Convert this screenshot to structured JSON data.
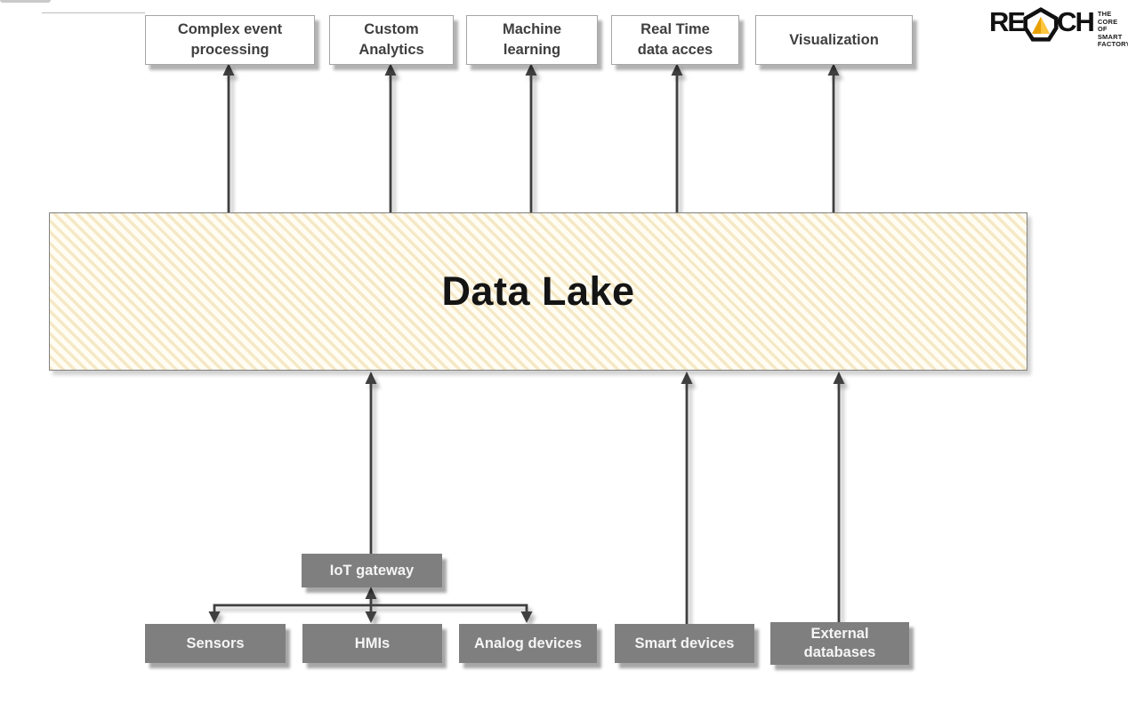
{
  "logo": {
    "brand_left": "RE",
    "brand_right": "CH",
    "brand_full": "REACH",
    "tagline": [
      "THE CORE",
      "OF SMART",
      "FACTORY"
    ],
    "accent_color": "#F2A900"
  },
  "top_boxes": [
    {
      "label": "Complex event\nprocessing"
    },
    {
      "label": "Custom\nAnalytics"
    },
    {
      "label": "Machine\nlearning"
    },
    {
      "label": "Real Time\ndata acces"
    },
    {
      "label": "Visualization"
    }
  ],
  "data_lake": {
    "label": "Data Lake"
  },
  "gateway": {
    "label": "IoT gateway"
  },
  "source_boxes": [
    {
      "label": "Sensors"
    },
    {
      "label": "HMIs"
    },
    {
      "label": "Analog devices"
    },
    {
      "label": "Smart devices"
    },
    {
      "label": "External\ndatabases"
    }
  ],
  "colors": {
    "node_gray": "#7F7F7F",
    "arrow": "#3F3F3F",
    "top_box_border": "#A6A6A6",
    "lake_stripe": "#F5E8C6",
    "lake_background": "#FFFDF3",
    "accent_yellow": "#F2A900"
  }
}
